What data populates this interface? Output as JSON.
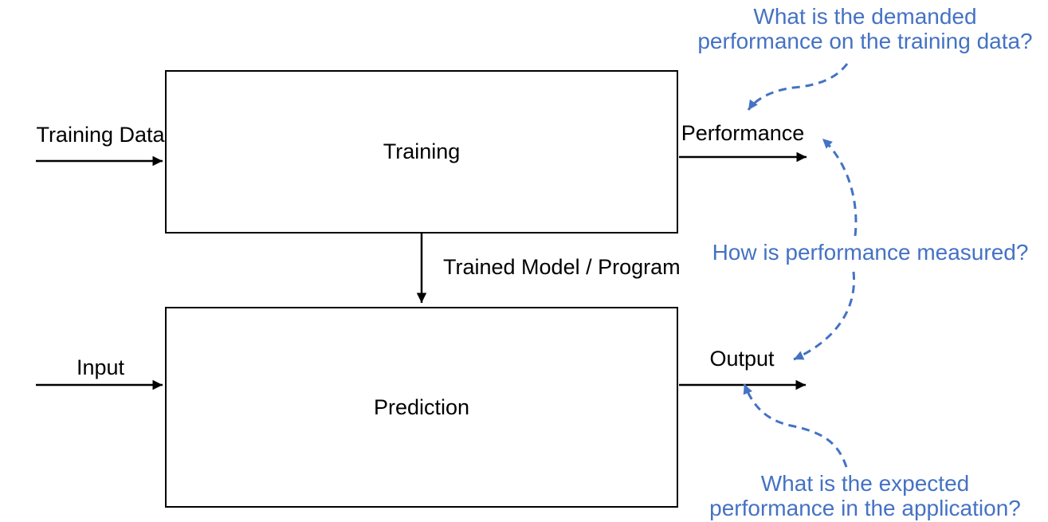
{
  "colors": {
    "annotation_blue": "#4472C4",
    "diagram_black": "#000000",
    "background": "#ffffff"
  },
  "diagram": {
    "boxes": {
      "training": {
        "label": "Training"
      },
      "prediction": {
        "label": "Prediction"
      }
    },
    "flow_labels": {
      "training_data": "Training Data",
      "input": "Input",
      "performance": "Performance",
      "output": "Output",
      "trained_model": "Trained Model / Program"
    },
    "annotations": {
      "q_top": {
        "line1": "What is the demanded",
        "line2": "performance on the training data?"
      },
      "q_middle": {
        "line1": "How is performance measured?"
      },
      "q_bottom": {
        "line1": "What is the expected",
        "line2": "performance in the application?"
      }
    }
  }
}
